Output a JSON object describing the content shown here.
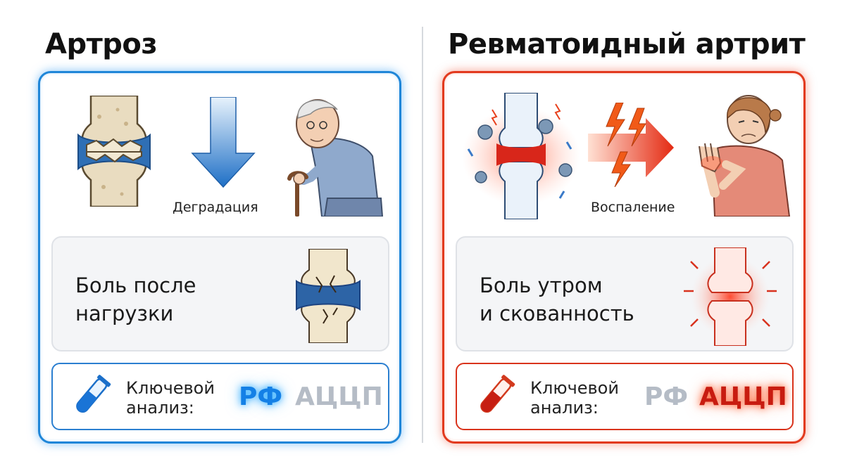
{
  "left": {
    "title": "Артроз",
    "caption": "Деградация",
    "symptom_line1": "Боль после",
    "symptom_line2": "нагрузки",
    "test_line1": "Ключевой",
    "test_line2": "анализ:",
    "marker1": "РФ",
    "marker2": "АЦЦП",
    "accent": "#1f86d8"
  },
  "right": {
    "title": "Ревматоидный артрит",
    "caption": "Воспаление",
    "symptom_line1": "Боль утром",
    "symptom_line2": "и скованность",
    "test_line1": "Ключевой",
    "test_line2": "анализ:",
    "marker1": "РФ",
    "marker2": "АЦЦП",
    "accent": "#e23a1e"
  }
}
